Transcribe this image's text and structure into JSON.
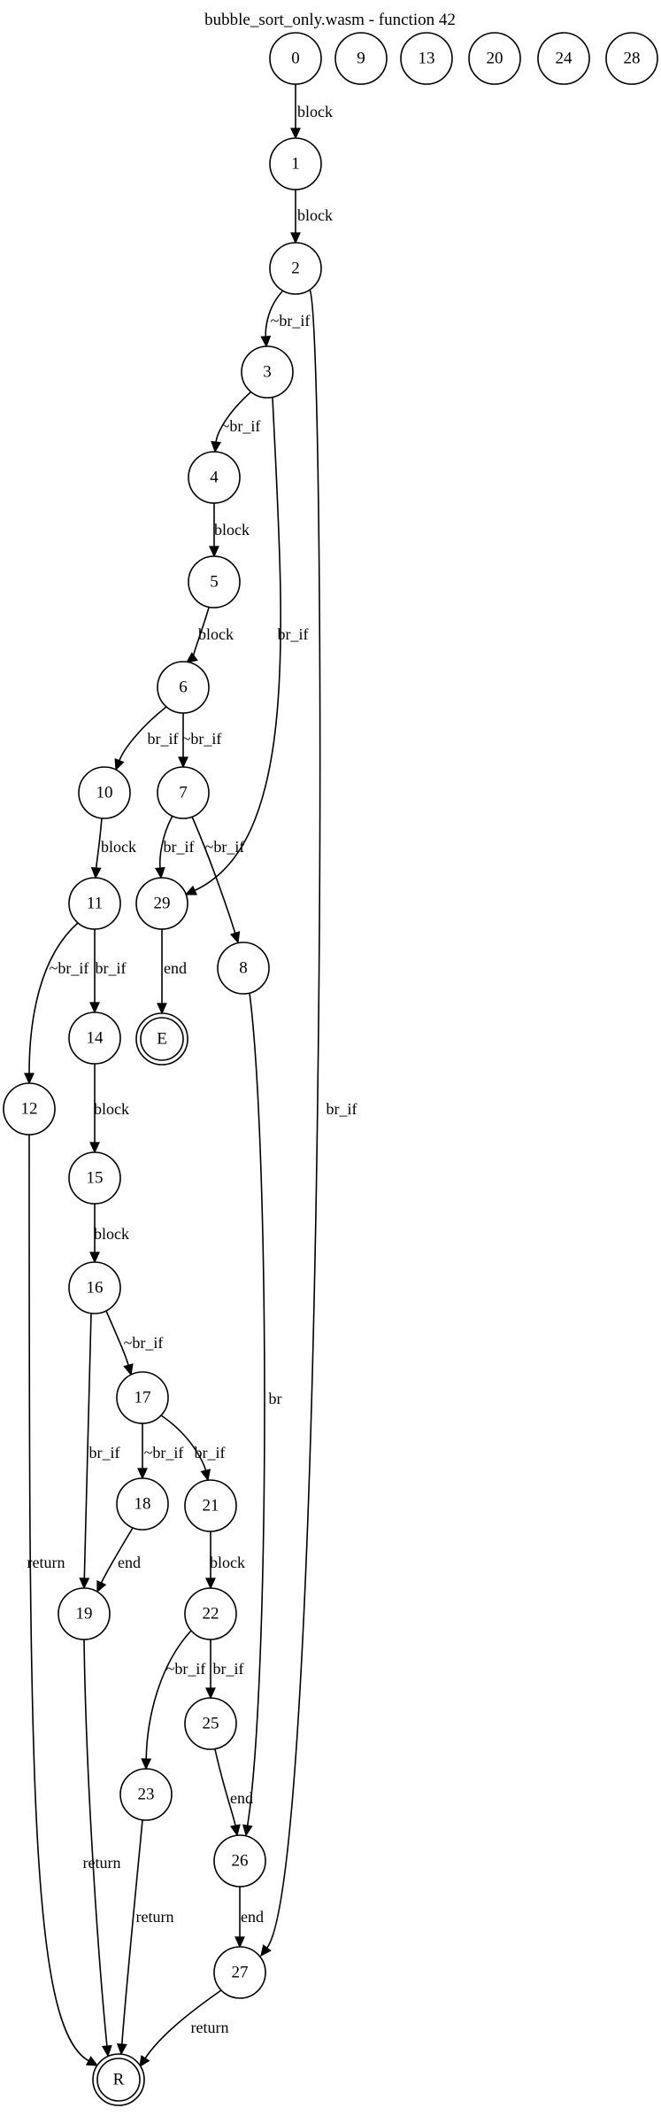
{
  "title": "bubble_sort_only.wasm - function 42",
  "nodes": [
    {
      "id": "0",
      "label": "0",
      "shape": "circle"
    },
    {
      "id": "9",
      "label": "9",
      "shape": "circle"
    },
    {
      "id": "13",
      "label": "13",
      "shape": "circle"
    },
    {
      "id": "20",
      "label": "20",
      "shape": "circle"
    },
    {
      "id": "24",
      "label": "24",
      "shape": "circle"
    },
    {
      "id": "28",
      "label": "28",
      "shape": "circle"
    },
    {
      "id": "1",
      "label": "1",
      "shape": "circle"
    },
    {
      "id": "2",
      "label": "2",
      "shape": "circle"
    },
    {
      "id": "3",
      "label": "3",
      "shape": "circle"
    },
    {
      "id": "4",
      "label": "4",
      "shape": "circle"
    },
    {
      "id": "5",
      "label": "5",
      "shape": "circle"
    },
    {
      "id": "6",
      "label": "6",
      "shape": "circle"
    },
    {
      "id": "10",
      "label": "10",
      "shape": "circle"
    },
    {
      "id": "7",
      "label": "7",
      "shape": "circle"
    },
    {
      "id": "11",
      "label": "11",
      "shape": "circle"
    },
    {
      "id": "29",
      "label": "29",
      "shape": "circle"
    },
    {
      "id": "8",
      "label": "8",
      "shape": "circle"
    },
    {
      "id": "E",
      "label": "E",
      "shape": "doublecircle"
    },
    {
      "id": "14",
      "label": "14",
      "shape": "circle"
    },
    {
      "id": "12",
      "label": "12",
      "shape": "circle"
    },
    {
      "id": "15",
      "label": "15",
      "shape": "circle"
    },
    {
      "id": "16",
      "label": "16",
      "shape": "circle"
    },
    {
      "id": "17",
      "label": "17",
      "shape": "circle"
    },
    {
      "id": "18",
      "label": "18",
      "shape": "circle"
    },
    {
      "id": "21",
      "label": "21",
      "shape": "circle"
    },
    {
      "id": "19",
      "label": "19",
      "shape": "circle"
    },
    {
      "id": "22",
      "label": "22",
      "shape": "circle"
    },
    {
      "id": "25",
      "label": "25",
      "shape": "circle"
    },
    {
      "id": "23",
      "label": "23",
      "shape": "circle"
    },
    {
      "id": "26",
      "label": "26",
      "shape": "circle"
    },
    {
      "id": "27",
      "label": "27",
      "shape": "circle"
    },
    {
      "id": "R",
      "label": "R",
      "shape": "doublecircle"
    }
  ],
  "edges": [
    {
      "from": "0",
      "to": "1",
      "label": "block"
    },
    {
      "from": "1",
      "to": "2",
      "label": "block"
    },
    {
      "from": "2",
      "to": "3",
      "label": "~br_if"
    },
    {
      "from": "2",
      "to": "27",
      "label": "br_if"
    },
    {
      "from": "3",
      "to": "4",
      "label": "~br_if"
    },
    {
      "from": "3",
      "to": "29",
      "label": "br_if"
    },
    {
      "from": "4",
      "to": "5",
      "label": "block"
    },
    {
      "from": "5",
      "to": "6",
      "label": "block"
    },
    {
      "from": "6",
      "to": "10",
      "label": "br_if"
    },
    {
      "from": "6",
      "to": "7",
      "label": "~br_if"
    },
    {
      "from": "7",
      "to": "29",
      "label": "br_if"
    },
    {
      "from": "7",
      "to": "8",
      "label": "~br_if"
    },
    {
      "from": "10",
      "to": "11",
      "label": "block"
    },
    {
      "from": "29",
      "to": "E",
      "label": "end"
    },
    {
      "from": "11",
      "to": "12",
      "label": "~br_if"
    },
    {
      "from": "11",
      "to": "14",
      "label": "br_if"
    },
    {
      "from": "8",
      "to": "26",
      "label": "br"
    },
    {
      "from": "14",
      "to": "15",
      "label": "block"
    },
    {
      "from": "15",
      "to": "16",
      "label": "block"
    },
    {
      "from": "12",
      "to": "R",
      "label": "return"
    },
    {
      "from": "16",
      "to": "17",
      "label": "~br_if"
    },
    {
      "from": "16",
      "to": "19",
      "label": "br_if"
    },
    {
      "from": "17",
      "to": "18",
      "label": "~br_if"
    },
    {
      "from": "17",
      "to": "21",
      "label": "br_if"
    },
    {
      "from": "18",
      "to": "19",
      "label": "end"
    },
    {
      "from": "21",
      "to": "22",
      "label": "block"
    },
    {
      "from": "19",
      "to": "R",
      "label": "return"
    },
    {
      "from": "22",
      "to": "23",
      "label": "~br_if"
    },
    {
      "from": "22",
      "to": "25",
      "label": "br_if"
    },
    {
      "from": "25",
      "to": "26",
      "label": "end"
    },
    {
      "from": "23",
      "to": "R",
      "label": "return"
    },
    {
      "from": "26",
      "to": "27",
      "label": "end"
    },
    {
      "from": "27",
      "to": "R",
      "label": "return"
    }
  ]
}
